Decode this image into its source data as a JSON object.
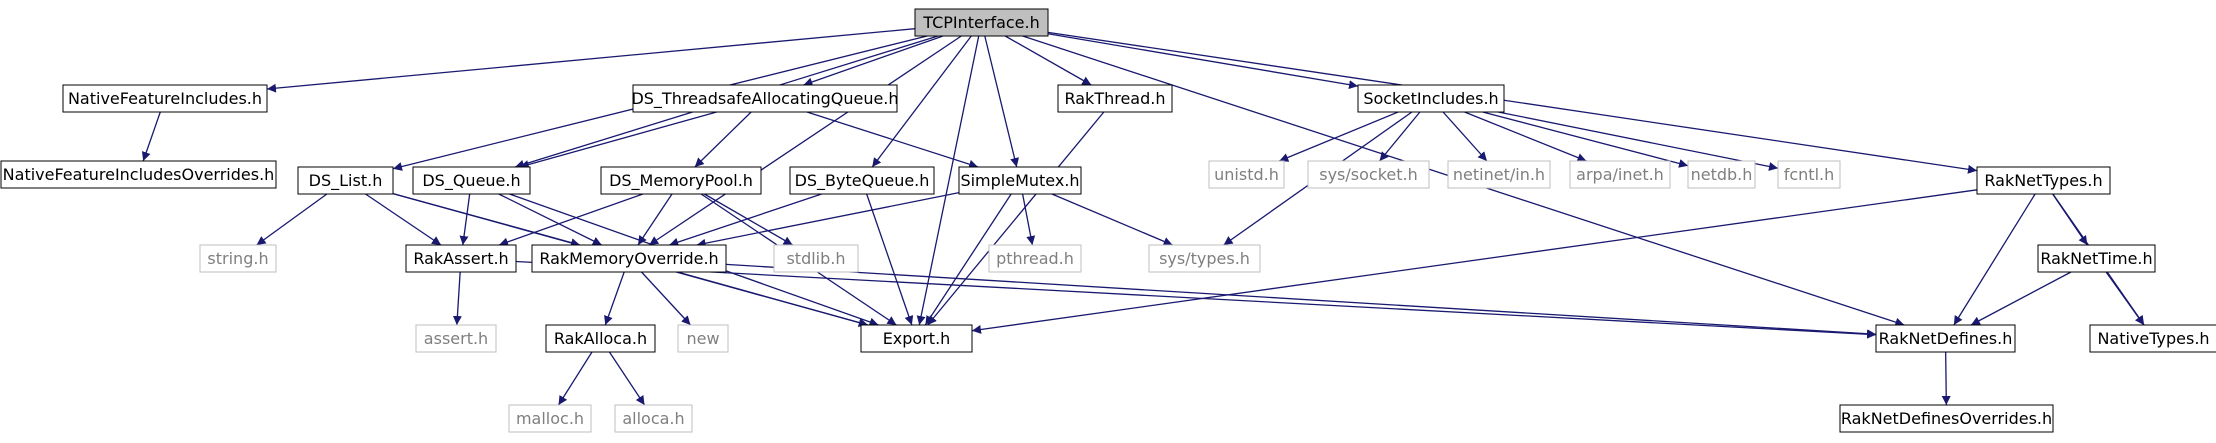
{
  "colors": {
    "edge": "#191970",
    "node_border": "#000000",
    "system_node_border": "#bfbfbf",
    "system_node_text": "#7f7f7f",
    "root_fill": "#bfbfbf",
    "text": "#000000"
  },
  "nodes": [
    {
      "id": "tcp",
      "label": "TCPInterface.h",
      "kind": "root"
    },
    {
      "id": "nfi",
      "label": "NativeFeatureIncludes.h",
      "kind": "header"
    },
    {
      "id": "nfio",
      "label": "NativeFeatureIncludesOverrides.h",
      "kind": "header"
    },
    {
      "id": "dstaq",
      "label": "DS_ThreadsafeAllocatingQueue.h",
      "kind": "header"
    },
    {
      "id": "rthread",
      "label": "RakThread.h",
      "kind": "header"
    },
    {
      "id": "sockinc",
      "label": "SocketIncludes.h",
      "kind": "header"
    },
    {
      "id": "dslist",
      "label": "DS_List.h",
      "kind": "header"
    },
    {
      "id": "dsqueue",
      "label": "DS_Queue.h",
      "kind": "header"
    },
    {
      "id": "dsmp",
      "label": "DS_MemoryPool.h",
      "kind": "header"
    },
    {
      "id": "dsbq",
      "label": "DS_ByteQueue.h",
      "kind": "header"
    },
    {
      "id": "smutex",
      "label": "SimpleMutex.h",
      "kind": "header"
    },
    {
      "id": "unistd",
      "label": "unistd.h",
      "kind": "system"
    },
    {
      "id": "syssock",
      "label": "sys/socket.h",
      "kind": "system"
    },
    {
      "id": "netinet",
      "label": "netinet/in.h",
      "kind": "system"
    },
    {
      "id": "arpa",
      "label": "arpa/inet.h",
      "kind": "system"
    },
    {
      "id": "netdb",
      "label": "netdb.h",
      "kind": "system"
    },
    {
      "id": "fcntl",
      "label": "fcntl.h",
      "kind": "system"
    },
    {
      "id": "rntypes",
      "label": "RakNetTypes.h",
      "kind": "header"
    },
    {
      "id": "string",
      "label": "string.h",
      "kind": "system"
    },
    {
      "id": "rassert",
      "label": "RakAssert.h",
      "kind": "header"
    },
    {
      "id": "rmo",
      "label": "RakMemoryOverride.h",
      "kind": "header"
    },
    {
      "id": "stdlib",
      "label": "stdlib.h",
      "kind": "system"
    },
    {
      "id": "pthread",
      "label": "pthread.h",
      "kind": "system"
    },
    {
      "id": "systypes",
      "label": "sys/types.h",
      "kind": "system"
    },
    {
      "id": "rntime",
      "label": "RakNetTime.h",
      "kind": "header"
    },
    {
      "id": "assert",
      "label": "assert.h",
      "kind": "system"
    },
    {
      "id": "ralloca",
      "label": "RakAlloca.h",
      "kind": "header"
    },
    {
      "id": "new",
      "label": "new",
      "kind": "system"
    },
    {
      "id": "export",
      "label": "Export.h",
      "kind": "header"
    },
    {
      "id": "rndef",
      "label": "RakNetDefines.h",
      "kind": "header"
    },
    {
      "id": "ntypes",
      "label": "NativeTypes.h",
      "kind": "header"
    },
    {
      "id": "malloc",
      "label": "malloc.h",
      "kind": "system"
    },
    {
      "id": "alloca",
      "label": "alloca.h",
      "kind": "system"
    },
    {
      "id": "rndefo",
      "label": "RakNetDefinesOverrides.h",
      "kind": "header"
    }
  ],
  "edges": [
    [
      "tcp",
      "nfi"
    ],
    [
      "tcp",
      "dstaq"
    ],
    [
      "tcp",
      "rthread"
    ],
    [
      "tcp",
      "sockinc"
    ],
    [
      "tcp",
      "dslist"
    ],
    [
      "tcp",
      "dsqueue"
    ],
    [
      "tcp",
      "dsbq"
    ],
    [
      "tcp",
      "smutex"
    ],
    [
      "tcp",
      "rmo"
    ],
    [
      "tcp",
      "export"
    ],
    [
      "tcp",
      "rndef"
    ],
    [
      "tcp",
      "rntypes"
    ],
    [
      "nfi",
      "nfio"
    ],
    [
      "dstaq",
      "dsqueue"
    ],
    [
      "dstaq",
      "dsmp"
    ],
    [
      "dstaq",
      "smutex"
    ],
    [
      "rthread",
      "export"
    ],
    [
      "sockinc",
      "unistd"
    ],
    [
      "sockinc",
      "syssock"
    ],
    [
      "sockinc",
      "netinet"
    ],
    [
      "sockinc",
      "arpa"
    ],
    [
      "sockinc",
      "netdb"
    ],
    [
      "sockinc",
      "fcntl"
    ],
    [
      "sockinc",
      "systypes"
    ],
    [
      "dslist",
      "string"
    ],
    [
      "dslist",
      "rassert"
    ],
    [
      "dslist",
      "rmo"
    ],
    [
      "dslist",
      "export"
    ],
    [
      "dsqueue",
      "rassert"
    ],
    [
      "dsqueue",
      "rmo"
    ],
    [
      "dsqueue",
      "export"
    ],
    [
      "dsmp",
      "rassert"
    ],
    [
      "dsmp",
      "rmo"
    ],
    [
      "dsmp",
      "stdlib"
    ],
    [
      "dsmp",
      "export"
    ],
    [
      "dsbq",
      "rmo"
    ],
    [
      "dsbq",
      "export"
    ],
    [
      "smutex",
      "rmo"
    ],
    [
      "smutex",
      "pthread"
    ],
    [
      "smutex",
      "systypes"
    ],
    [
      "smutex",
      "export"
    ],
    [
      "rassert",
      "assert"
    ],
    [
      "rmo",
      "ralloca"
    ],
    [
      "rmo",
      "new"
    ],
    [
      "rmo",
      "export"
    ],
    [
      "rmo",
      "rndef"
    ],
    [
      "ralloca",
      "malloc"
    ],
    [
      "ralloca",
      "alloca"
    ],
    [
      "rntypes",
      "rndef"
    ],
    [
      "rntypes",
      "rntime"
    ],
    [
      "rntypes",
      "ntypes"
    ],
    [
      "rntypes",
      "export"
    ],
    [
      "rntime",
      "rndef"
    ],
    [
      "rntime",
      "ntypes"
    ],
    [
      "rndef",
      "rndefo"
    ],
    [
      "rassert",
      "rndef"
    ]
  ]
}
